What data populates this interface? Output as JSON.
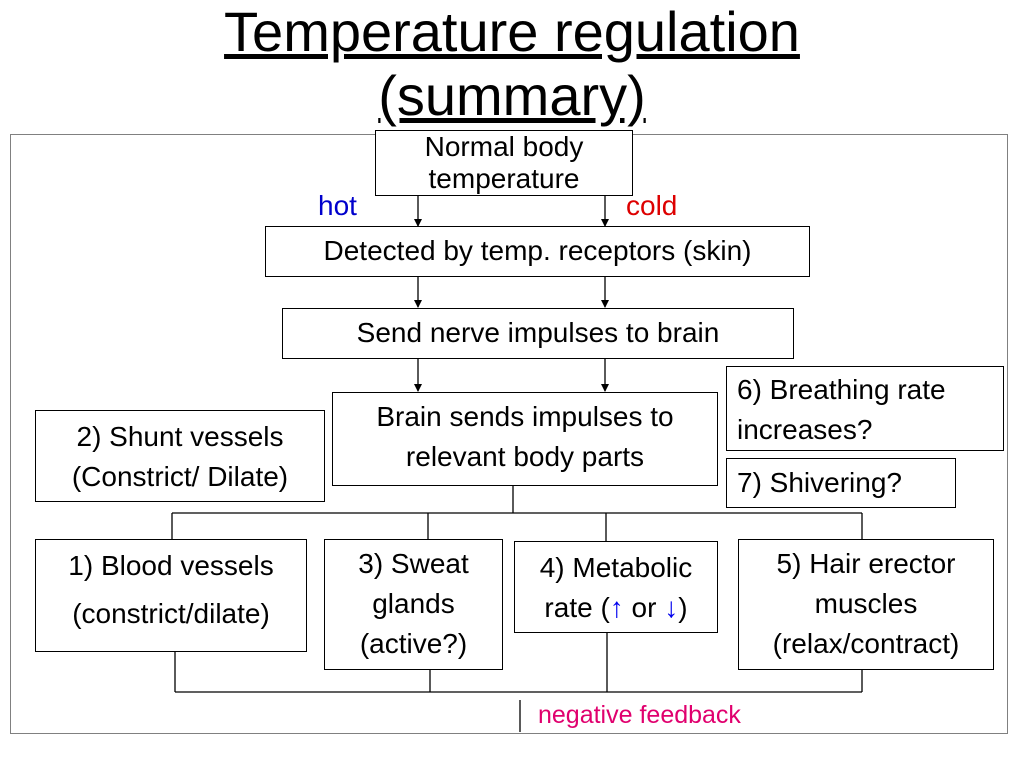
{
  "title": {
    "line1": "Temperature regulation",
    "line2": "(summary)"
  },
  "boxes": {
    "normal": [
      "Normal body",
      "temperature"
    ],
    "detected": "Detected by temp. receptors (skin)",
    "send": "Send nerve impulses to brain",
    "brain": [
      "Brain sends impulses to",
      "relevant body parts"
    ],
    "shunt": [
      "2) Shunt vessels",
      "(Constrict/ Dilate)"
    ],
    "breathing": [
      "6) Breathing rate",
      "increases?"
    ],
    "shivering": "7) Shivering?",
    "blood": [
      "1) Blood vessels",
      "(constrict/dilate)"
    ],
    "sweat": [
      "3) Sweat",
      "glands",
      "(active?)"
    ],
    "metabolic": {
      "line1": "4) Metabolic",
      "pre": "rate (",
      "up": "↑",
      "mid": " or ",
      "down": "↓",
      "post": ")"
    },
    "hair": [
      "5) Hair erector",
      "muscles",
      "(relax/contract)"
    ]
  },
  "labels": {
    "hot": "hot",
    "cold": "cold",
    "feedback": "negative feedback"
  },
  "colors": {
    "hot": "#0000cc",
    "cold": "#dd0000",
    "feedback": "#e0006e",
    "arrow_symbols": "#0000ee"
  }
}
